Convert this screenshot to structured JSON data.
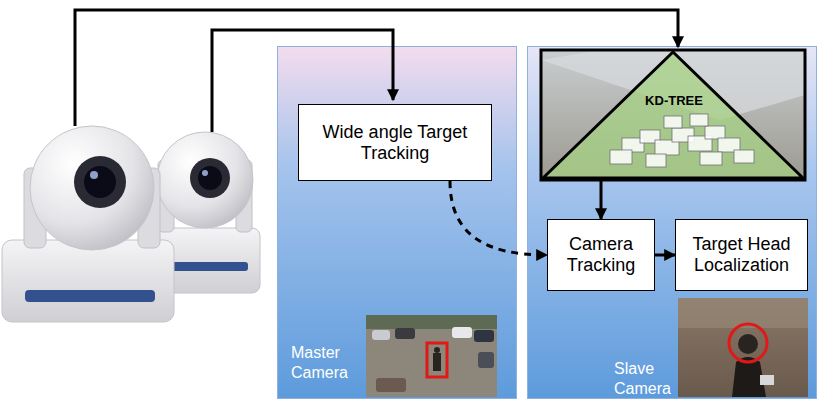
{
  "diagram": {
    "nodes": [
      {
        "text": [
          "Master Camera"
        ]
      },
      {
        "text": [
          "Wide angle Target Tracking"
        ],
        "in": 0
      },
      {
        "text": [
          "Slave Camera"
        ]
      },
      {
        "text": [
          "KD-TREE"
        ],
        "in": 2
      },
      {
        "text": [
          "Camera Tracking"
        ],
        "in": 2
      },
      {
        "text": [
          "Target Head Localization"
        ],
        "in": 2
      }
    ],
    "edges": [
      {
        "from": 1,
        "to": 4,
        "arrow": "to"
      },
      {
        "from": 3,
        "to": 4,
        "arrow": "to"
      },
      {
        "from": 4,
        "to": 5,
        "arrow": "to"
      }
    ]
  }
}
